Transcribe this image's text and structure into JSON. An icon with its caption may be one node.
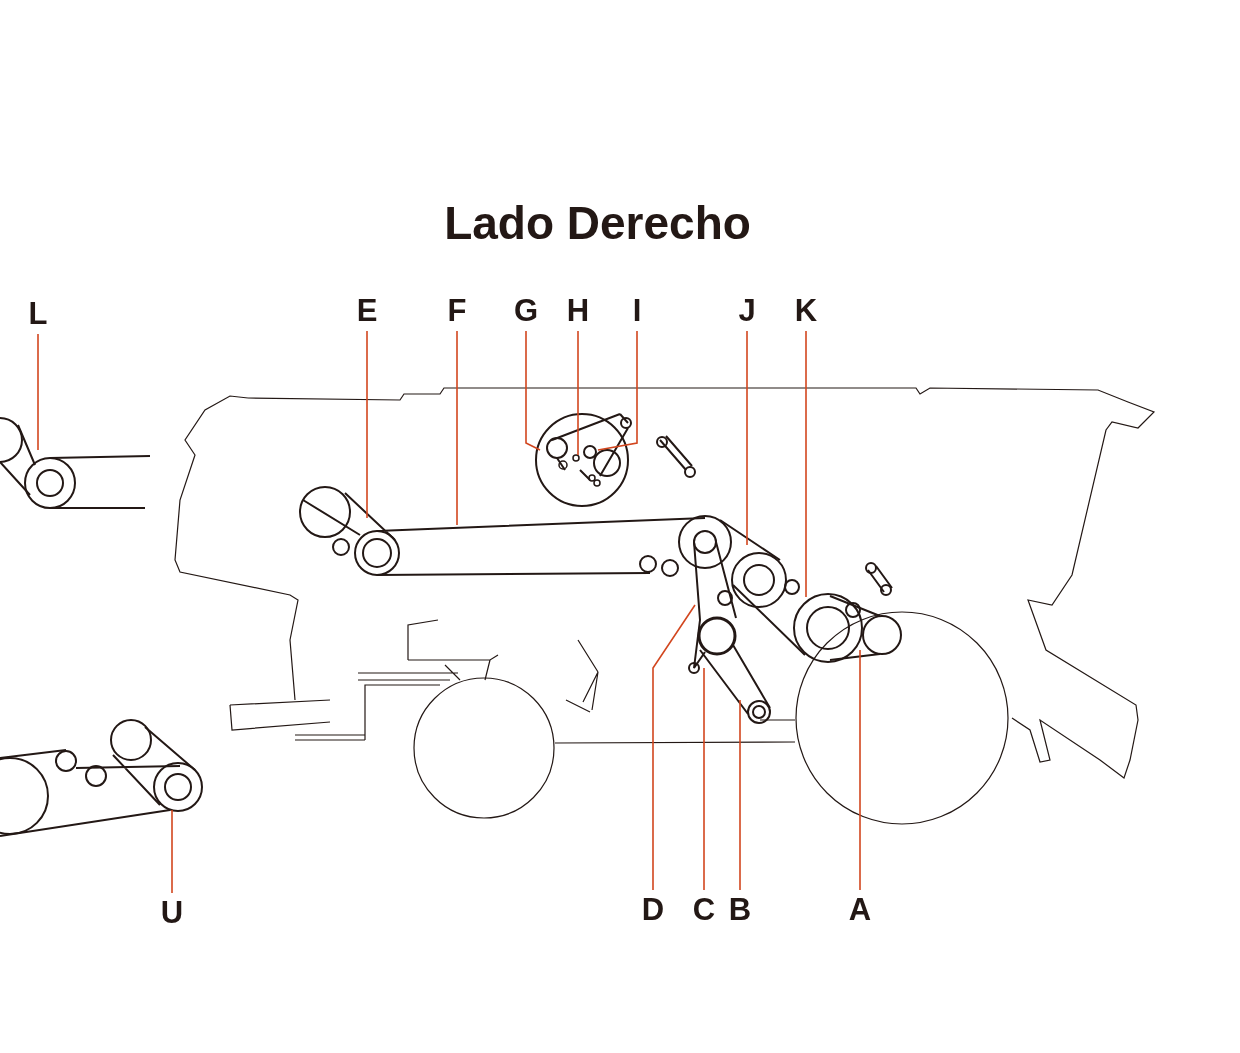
{
  "diagram": {
    "title": "Lado Derecho",
    "nodes": [
      {
        "text": [
          "L"
        ]
      },
      {
        "text": [
          "E"
        ]
      },
      {
        "text": [
          "F"
        ]
      },
      {
        "text": [
          "G"
        ]
      },
      {
        "text": [
          "H"
        ]
      },
      {
        "text": [
          "I"
        ]
      },
      {
        "text": [
          "J"
        ]
      },
      {
        "text": [
          "K"
        ]
      },
      {
        "text": [
          "U"
        ]
      },
      {
        "text": [
          "D"
        ]
      },
      {
        "text": [
          "C"
        ]
      },
      {
        "text": [
          "B"
        ]
      },
      {
        "text": [
          "A"
        ]
      }
    ],
    "edges": [
      {
        "from": 0,
        "to": null,
        "arrow": "none"
      },
      {
        "from": 1,
        "to": null,
        "arrow": "none"
      },
      {
        "from": 2,
        "to": null,
        "arrow": "none"
      },
      {
        "from": 3,
        "to": null,
        "arrow": "none"
      },
      {
        "from": 4,
        "to": null,
        "arrow": "none"
      },
      {
        "from": 5,
        "to": null,
        "arrow": "none"
      },
      {
        "from": 6,
        "to": null,
        "arrow": "none"
      },
      {
        "from": 7,
        "to": null,
        "arrow": "none"
      },
      {
        "from": 8,
        "to": null,
        "arrow": "none"
      },
      {
        "from": 9,
        "to": null,
        "arrow": "none"
      },
      {
        "from": 10,
        "to": null,
        "arrow": "none"
      },
      {
        "from": 11,
        "to": null,
        "arrow": "none"
      },
      {
        "from": 12,
        "to": null,
        "arrow": "none"
      }
    ]
  }
}
